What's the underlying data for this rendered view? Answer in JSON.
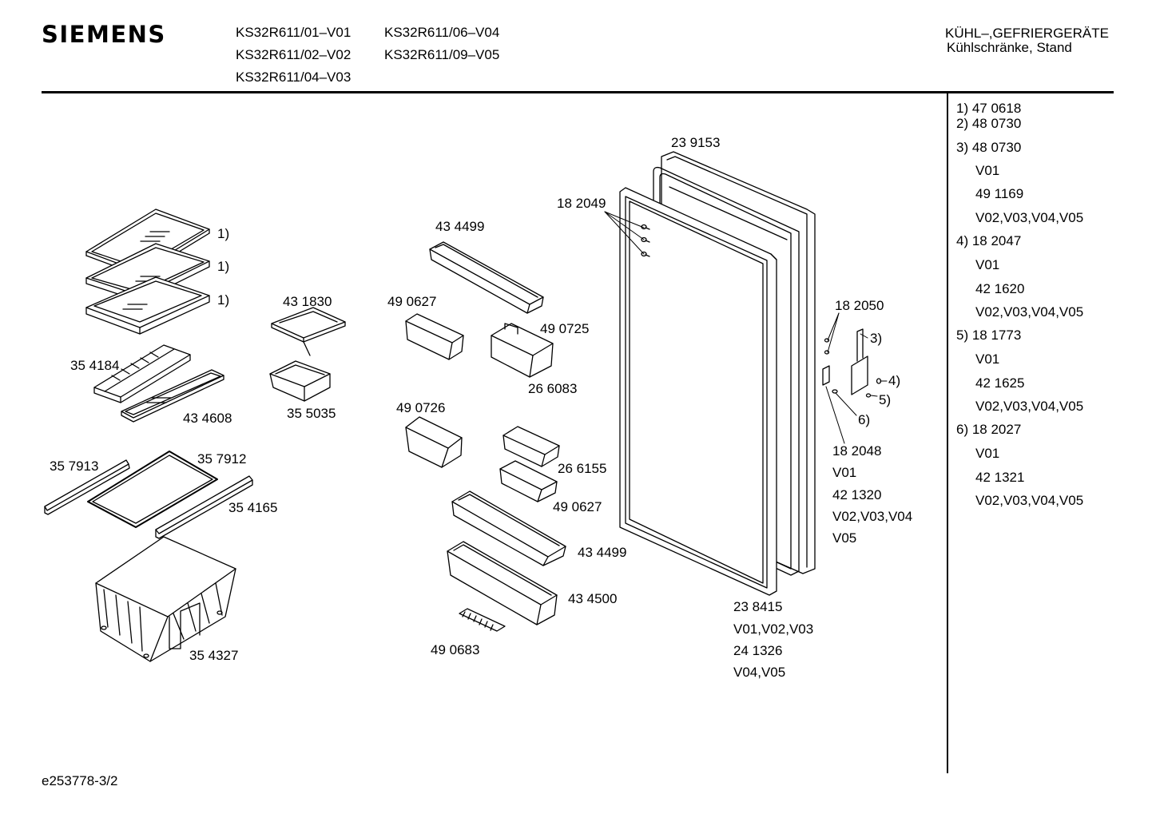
{
  "header": {
    "brand": "SIEMENS",
    "models": [
      "KS32R611/01–V01",
      "KS32R611/06–V04",
      "KS32R611/02–V02",
      "KS32R611/09–V05",
      "KS32R611/04–V03"
    ],
    "category": "KÜHL–,GEFRIERGERÄTE",
    "subcategory": "Kühlschränke, Stand"
  },
  "parts": {
    "p1a": "1)",
    "p1b": "1)",
    "p1c": "1)",
    "p431830": "43 1830",
    "p434499a": "43 4499",
    "p182049": "18 2049",
    "p239153": "23 9153",
    "p490627a": "49 0627",
    "p490725": "49 0725",
    "p354184": "35 4184",
    "p266083": "26 6083",
    "p434608": "43 4608",
    "p355035": "35 5035",
    "p490726": "49 0726",
    "p357913": "35 7913",
    "p357912": "35 7912",
    "p266155": "26 6155",
    "p354165": "35 4165",
    "p490627b": "49 0627",
    "p434499b": "43 4499",
    "p434500": "43 4500",
    "p354327": "35 4327",
    "p490683": "49 0683",
    "p182050": "18 2050",
    "p3": "3)",
    "p4": "4)",
    "p5": "5)",
    "p6": "6)",
    "p182048": "18 2048",
    "v182048a": "V01",
    "p421320": "42 1320",
    "v421320a": "V02,V03,V04",
    "v421320b": "V05",
    "p238415": "23 8415",
    "v238415": "V01,V02,V03",
    "p241326": "24 1326",
    "v241326": "V04,V05"
  },
  "legend": [
    "1) 47 0618",
    "2) 48 0730",
    "3) 48 0730",
    "V01",
    "49 1169",
    "V02,V03,V04,V05",
    "4) 18 2047",
    "V01",
    "42 1620",
    "V02,V03,V04,V05",
    "5) 18 1773",
    "V01",
    "42 1625",
    "V02,V03,V04,V05",
    "6) 18 2027",
    "V01",
    "42 1321",
    "V02,V03,V04,V05"
  ],
  "footer": "e253778-3/2"
}
